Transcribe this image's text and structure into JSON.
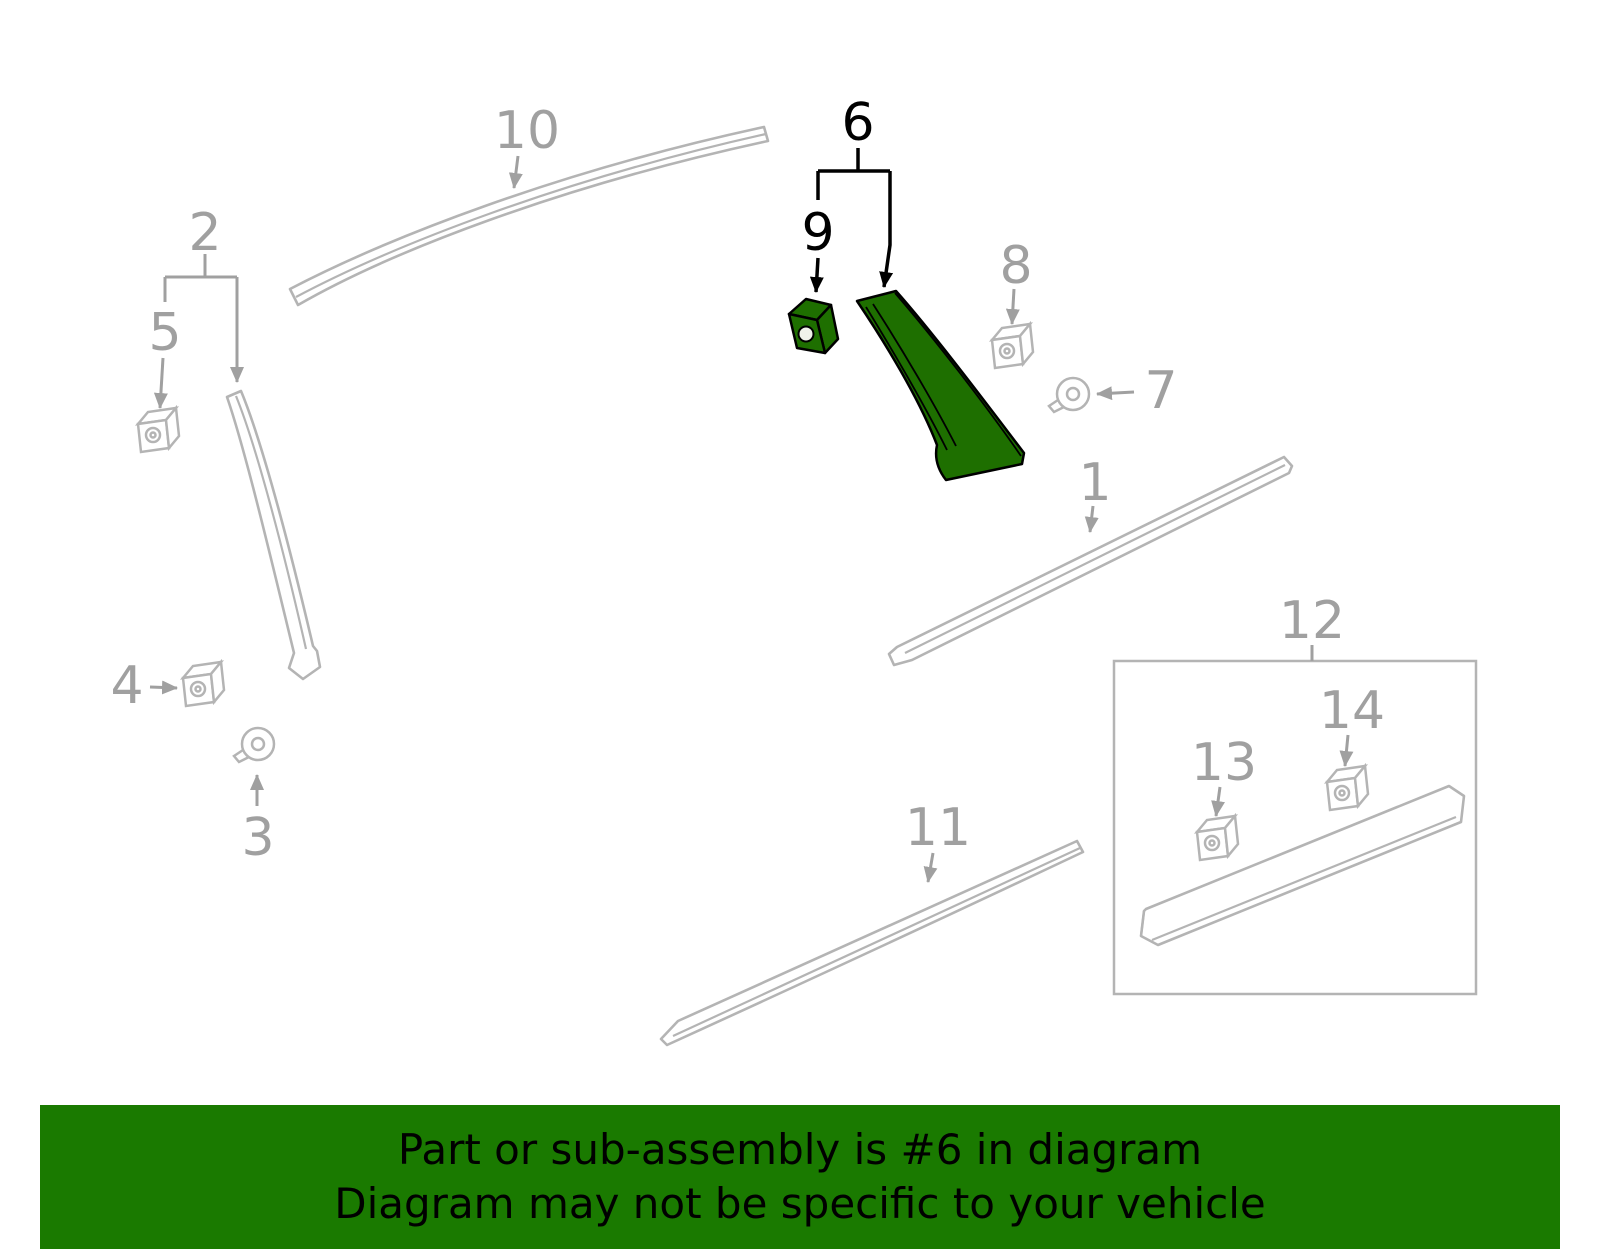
{
  "diagram": {
    "parts": {
      "p1": "1",
      "p2": "2",
      "p3": "3",
      "p4": "4",
      "p5": "5",
      "p6": "6",
      "p7": "7",
      "p8": "8",
      "p9": "9",
      "p10": "10",
      "p11": "11",
      "p12": "12",
      "p13": "13",
      "p14": "14"
    },
    "highlighted_parts": [
      "6",
      "9"
    ],
    "colors": {
      "part_line_gray": "#b4b4b4",
      "label_gray": "#a0a0a0",
      "label_black": "#000000",
      "highlight_green": "#1e6f00",
      "banner_green": "#1a7a00"
    }
  },
  "banner": {
    "line1": "Part or sub-assembly is #6 in diagram",
    "line2": "Diagram may not be specific to your vehicle"
  }
}
